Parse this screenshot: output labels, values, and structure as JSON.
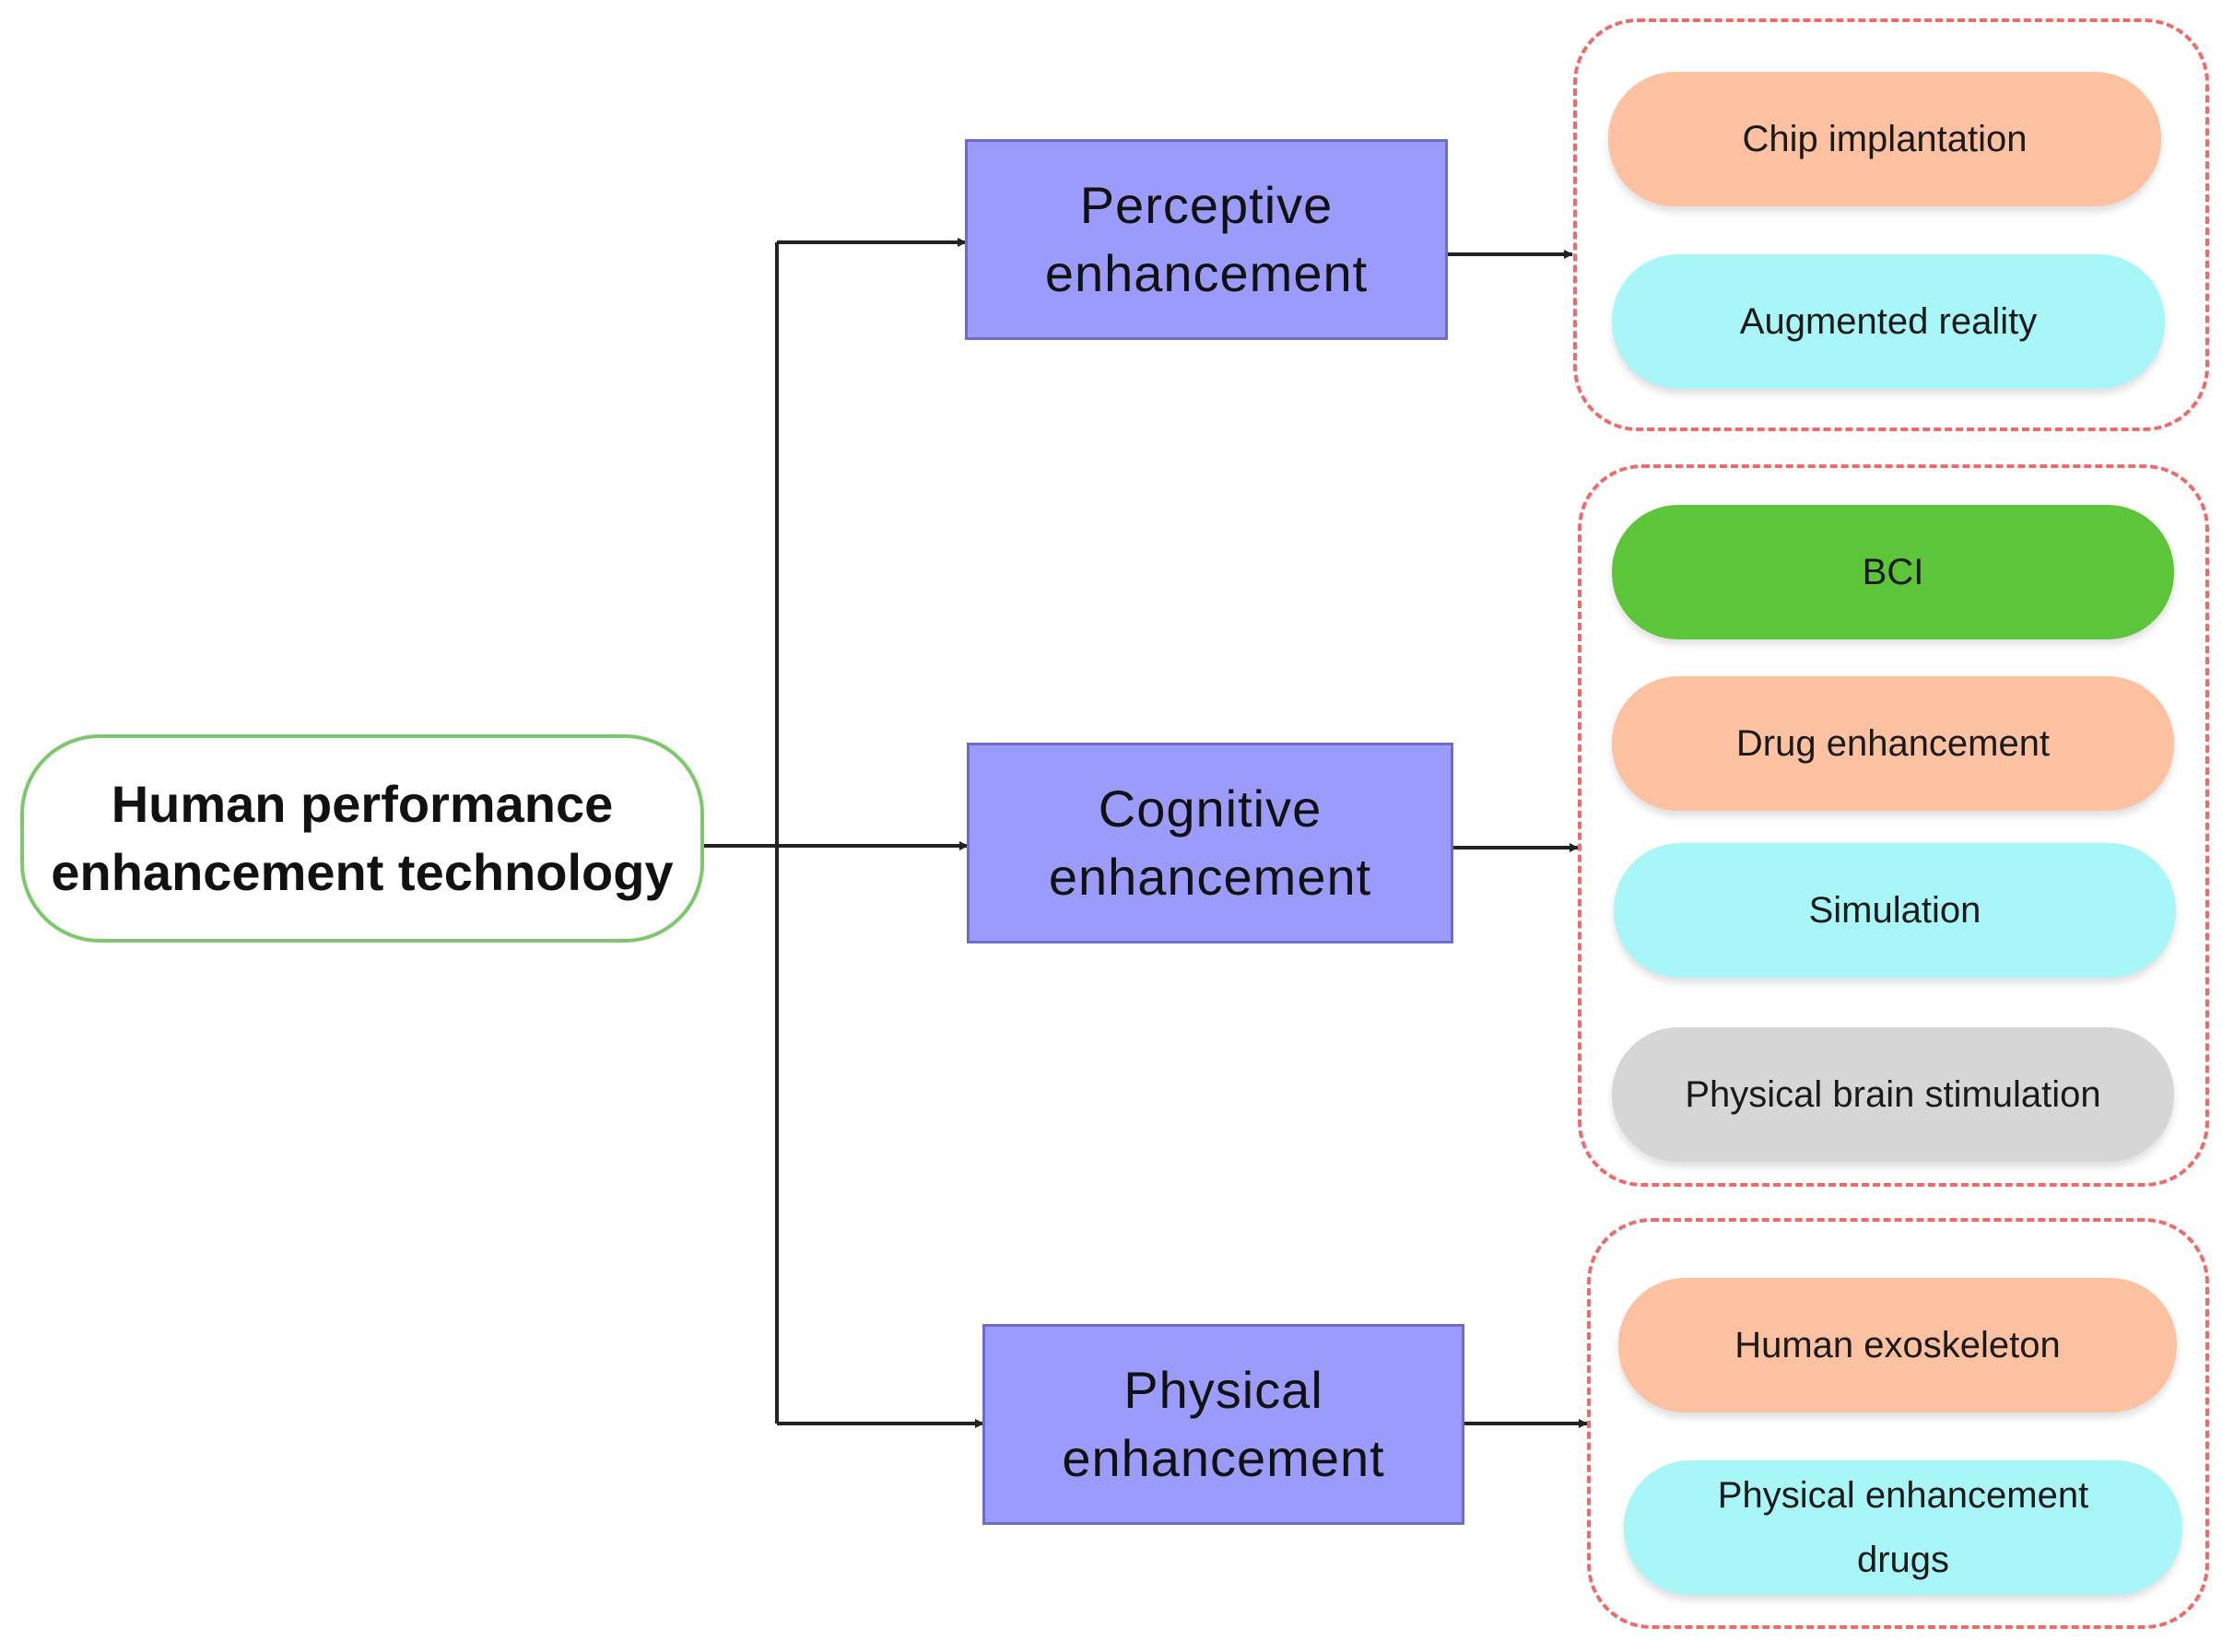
{
  "colors": {
    "category_fill": "#9b9bfb",
    "root_border": "#7cc86a",
    "group_border": "#f06a6a",
    "peach": "#fcc1a0",
    "cyan": "#a9f6f8",
    "green": "#5cc53a",
    "gray": "#d6d6d6",
    "arrow": "#222222"
  },
  "root": {
    "label": "Human performance\nenhancement technology"
  },
  "categories": [
    {
      "id": "perceptive",
      "label": "Perceptive\nenhancement",
      "items": [
        {
          "label": "Chip implantation",
          "color": "peach"
        },
        {
          "label": "Augmented reality",
          "color": "cyan"
        }
      ]
    },
    {
      "id": "cognitive",
      "label": "Cognitive\nenhancement",
      "items": [
        {
          "label": "BCI",
          "color": "green"
        },
        {
          "label": "Drug enhancement",
          "color": "peach"
        },
        {
          "label": "Simulation",
          "color": "cyan"
        },
        {
          "label": "Physical brain stimulation",
          "color": "gray"
        }
      ]
    },
    {
      "id": "physical",
      "label": "Physical\nenhancement",
      "items": [
        {
          "label": "Human exoskeleton",
          "color": "peach"
        },
        {
          "label": "Physical enhancement\ndrugs",
          "color": "cyan"
        }
      ]
    }
  ]
}
